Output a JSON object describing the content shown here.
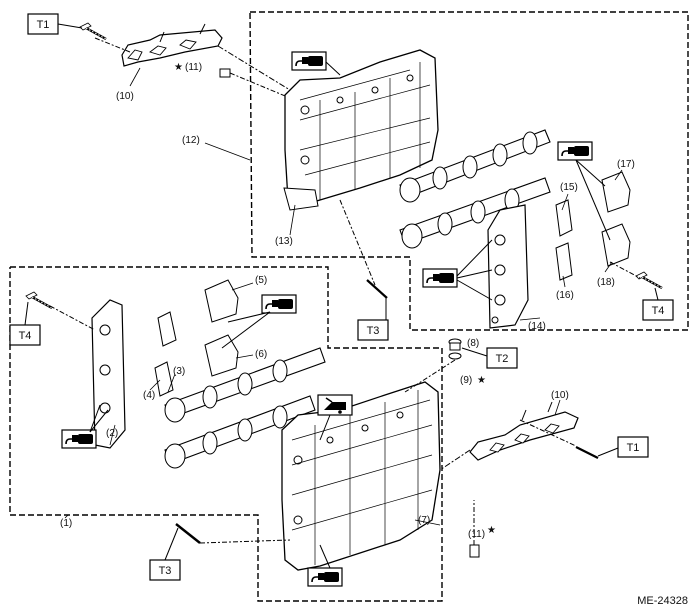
{
  "diagram": {
    "figure_code": "ME-24328",
    "torque_tags": {
      "t1_top": "T1",
      "t1_right": "T1",
      "t2": "T2",
      "t3_top": "T3",
      "t3_bottom": "T3",
      "t4_left": "T4",
      "t4_right": "T4"
    },
    "callouts": {
      "c1": "(1)",
      "c2": "(2)",
      "c3": "(3)",
      "c4": "(4)",
      "c5": "(5)",
      "c6": "(6)",
      "c7": "(7)",
      "c8": "(8)",
      "c9": "(9)",
      "c10_top": "(10)",
      "c10_right": "(10)",
      "c11_top": "(11)",
      "c11_bottom": "(11)",
      "c12": "(12)",
      "c13": "(13)",
      "c14": "(14)",
      "c15": "(15)",
      "c16": "(16)",
      "c17": "(17)",
      "c18": "(18)"
    },
    "star": "★",
    "icons": [
      "sealant-tube-icon",
      "oil-can-icon",
      "bolt-icon",
      "camshaft-icon",
      "cam-cap-icon",
      "cylinder-head-icon"
    ]
  }
}
